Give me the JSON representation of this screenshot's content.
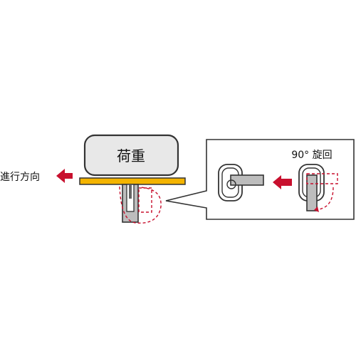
{
  "labels": {
    "load": "荷重",
    "direction": "進行方向",
    "rotation": "90° 旋回"
  },
  "colors": {
    "accent_red": "#c8102e",
    "plate_yellow": "#f4b400",
    "load_fill": "#e8e8e8",
    "part_gray": "#bdbdbd",
    "outline": "#333333"
  },
  "icons": [
    "left-arrow-icon",
    "rotation-arc-icon"
  ]
}
